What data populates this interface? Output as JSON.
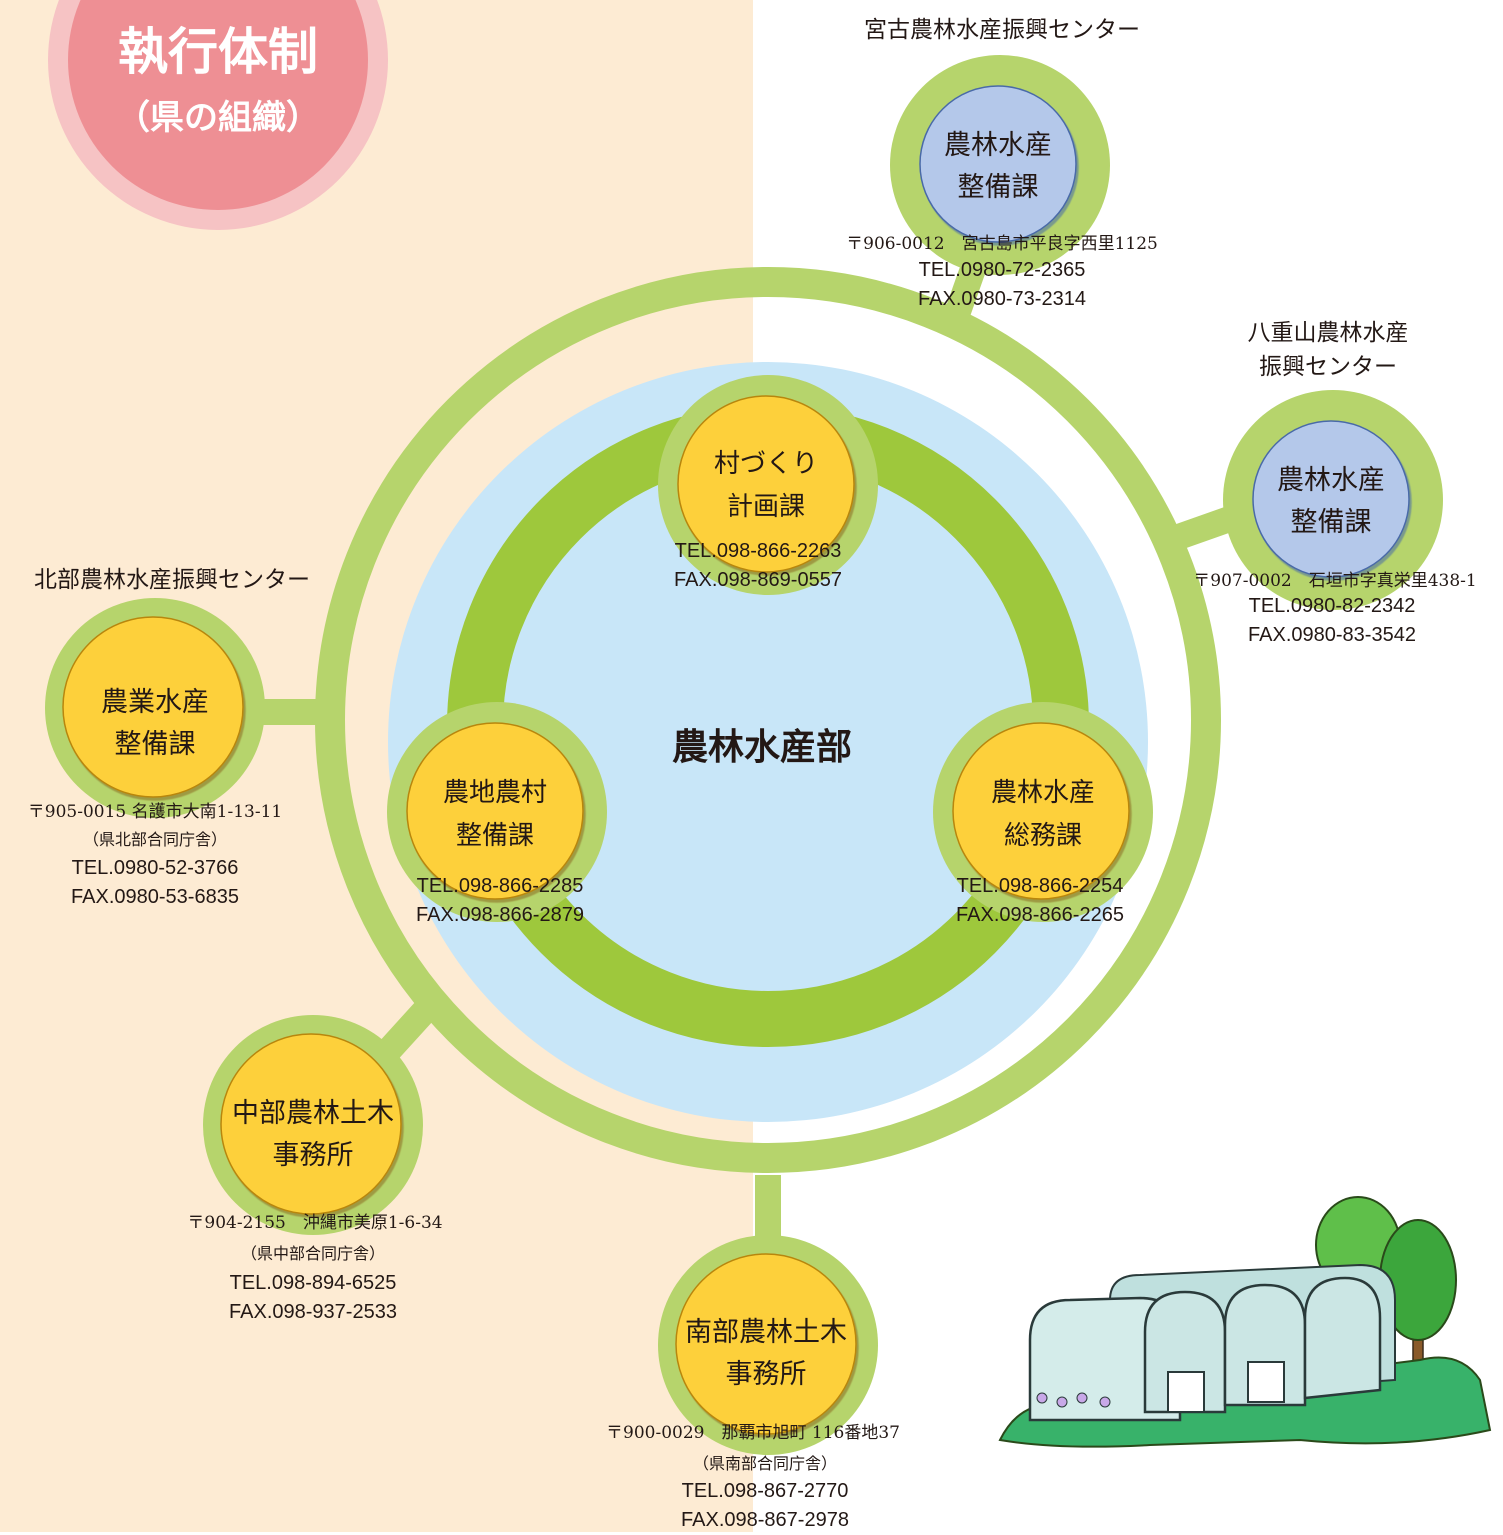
{
  "title": {
    "main": "執行体制",
    "sub": "（県の組織）"
  },
  "center": {
    "label": "農林水産部"
  },
  "central_divisions": [
    {
      "name_line1": "村づくり",
      "name_line2": "計画課",
      "tel": "TEL.098-866-2263",
      "fax": "FAX.098-869-0557"
    },
    {
      "name_line1": "農地農村",
      "name_line2": "整備課",
      "tel": "TEL.098-866-2285",
      "fax": "FAX.098-866-2879"
    },
    {
      "name_line1": "農林水産",
      "name_line2": "総務課",
      "tel": "TEL.098-866-2254",
      "fax": "FAX.098-866-2265"
    }
  ],
  "regional_offices": {
    "miyako": {
      "office_name": "宮古農林水産振興センター",
      "name_line1": "農林水産",
      "name_line2": "整備課",
      "address": "〒906-0012　宮古島市平良字西里1125",
      "tel": "TEL.0980-72-2365",
      "fax": "FAX.0980-73-2314"
    },
    "yaeyama": {
      "office_line1": "八重山農林水産",
      "office_line2": "振興センター",
      "name_line1": "農林水産",
      "name_line2": "整備課",
      "address": "〒907-0002　石垣市字真栄里438-1",
      "tel": "TEL.0980-82-2342",
      "fax": "FAX.0980-83-3542"
    },
    "hokubu": {
      "office_name": "北部農林水産振興センター",
      "name_line1": "農業水産",
      "name_line2": "整備課",
      "address": "〒905-0015  名護市大南1-13-11",
      "building": "（県北部合同庁舎）",
      "tel": "TEL.0980-52-3766",
      "fax": "FAX.0980-53-6835"
    },
    "chubu": {
      "name_line1": "中部農林土木",
      "name_line2": "事務所",
      "address": "〒904-2155　沖縄市美原1-6-34",
      "building": "（県中部合同庁舎）",
      "tel": "TEL.098-894-6525",
      "fax": "FAX.098-937-2533"
    },
    "nanbu": {
      "name_line1": "南部農林土木",
      "name_line2": "事務所",
      "address": "〒900-0029　那覇市旭町 116番地37",
      "building": "（県南部合同庁舎）",
      "tel": "TEL.098-867-2770",
      "fax": "FAX.098-867-2978"
    }
  },
  "colors": {
    "left_background": "#fdebd3",
    "title_badge": "#ee8f94",
    "title_badge_ring": "#f6c3c4",
    "ring_green": "#b6d46c",
    "inner_ring_green": "#9ec83c",
    "center_blue": "#c8e6f8",
    "node_yellow": "#fdd03b",
    "node_blue": "#b4c8ea"
  },
  "illustration": "greenhouse-with-trees"
}
